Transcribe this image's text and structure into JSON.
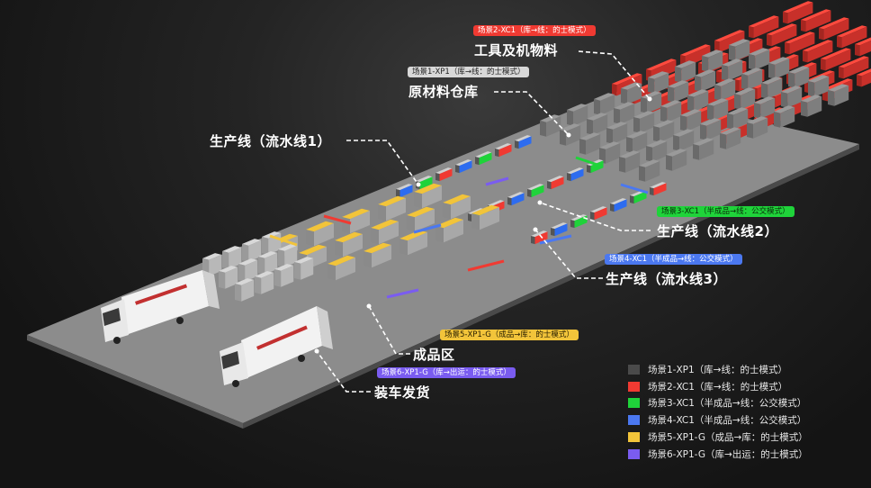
{
  "zones": [
    {
      "id": "tools",
      "tag": "场景2-XC1（库→线：的士模式）",
      "tag_color": "red",
      "title": "工具及机物料"
    },
    {
      "id": "raw",
      "tag": "场景1-XP1（库→线：的士模式）",
      "tag_color": "gray",
      "title": "原材料仓库"
    },
    {
      "id": "line1",
      "tag": "",
      "tag_color": "",
      "title": "生产线（流水线1）"
    },
    {
      "id": "line2",
      "tag": "场景3-XC1（半成品→线：公交模式）",
      "tag_color": "green",
      "title": "生产线（流水线2）"
    },
    {
      "id": "line3",
      "tag": "场景4-XC1（半成品→线：公交模式）",
      "tag_color": "blue",
      "title": "生产线（流水线3）"
    },
    {
      "id": "finished",
      "tag": "场景5-XP1-G（成品→库：的士模式）",
      "tag_color": "yellow",
      "title": "成品区"
    },
    {
      "id": "loading",
      "tag": "场景6-XP1-G（库→出运：的士模式）",
      "tag_color": "purple",
      "title": "装车发货"
    }
  ],
  "legend": [
    {
      "label": "场景1-XP1（库→线：的士模式）",
      "color": "#4a4a4a"
    },
    {
      "label": "场景2-XC1（库→线：的士模式）",
      "color": "#f03a32"
    },
    {
      "label": "场景3-XC1（半成品→线：公交模式）",
      "color": "#1fd33a"
    },
    {
      "label": "场景4-XC1（半成品→线：公交模式）",
      "color": "#4b78f0"
    },
    {
      "label": "场景5-XP1-G（成品→库：的士模式）",
      "color": "#f2c43a"
    },
    {
      "label": "场景6-XP1-G（库→出运：的士模式）",
      "color": "#7a5cf0"
    }
  ]
}
